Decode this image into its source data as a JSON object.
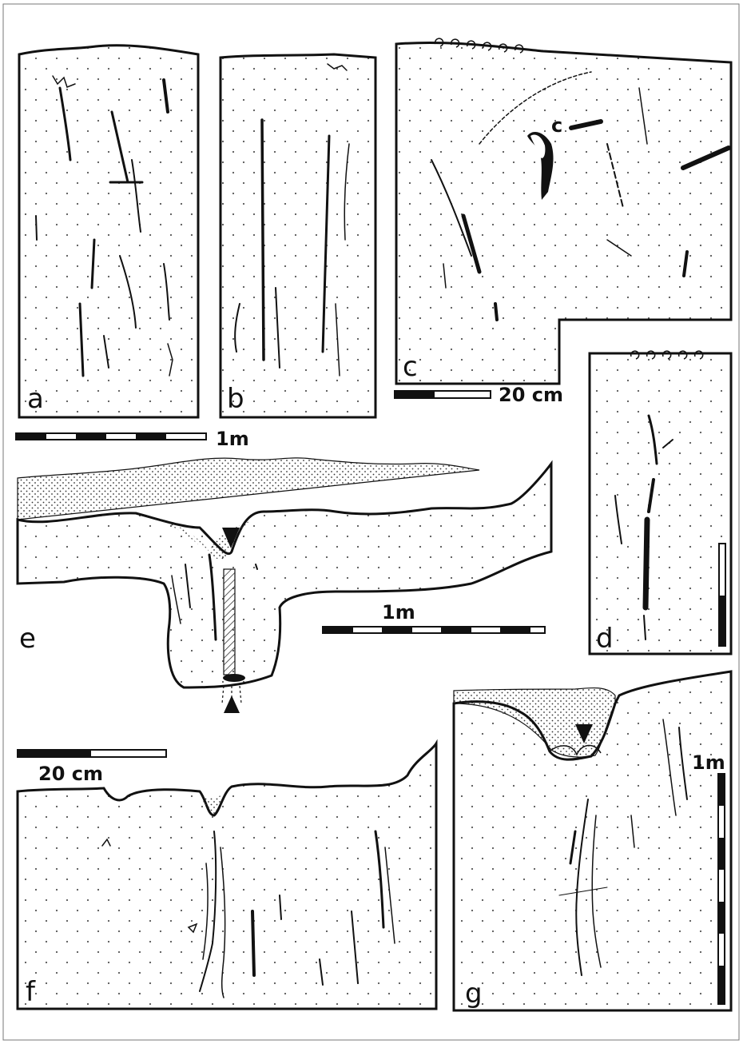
{
  "colors": {
    "ink": "#111111",
    "paper": "#ffffff"
  },
  "panels": {
    "a": {
      "label": "a"
    },
    "b": {
      "label": "b"
    },
    "c": {
      "label": "c",
      "callout": "c"
    },
    "d": {
      "label": "d"
    },
    "e": {
      "label": "e"
    },
    "f": {
      "label": "f"
    },
    "g": {
      "label": "g"
    }
  },
  "scale_bars": {
    "ab": {
      "label": "1m"
    },
    "c": {
      "label": "20 cm"
    },
    "e": {
      "label": "1m"
    },
    "f": {
      "label": "20 cm"
    },
    "g": {
      "label": "1m"
    }
  },
  "icons": [
    "arrowhead-down-icon",
    "arrowhead-up-icon"
  ]
}
